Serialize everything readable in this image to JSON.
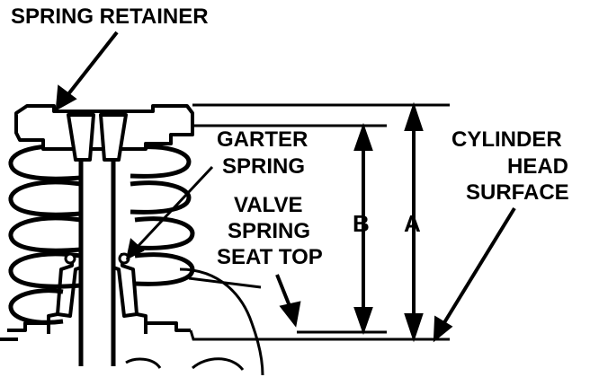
{
  "labels": {
    "spring_retainer": "SPRING RETAINER",
    "garter_spring": [
      "GARTER",
      "SPRING"
    ],
    "valve_spring_seat_top": [
      "VALVE",
      "SPRING",
      "SEAT TOP"
    ],
    "cylinder_head_surface": [
      "CYLINDER",
      "HEAD",
      "SURFACE"
    ],
    "dimension_a": "A",
    "dimension_b": "B"
  },
  "colors": {
    "ink": "#000000",
    "paper": "#ffffff"
  }
}
